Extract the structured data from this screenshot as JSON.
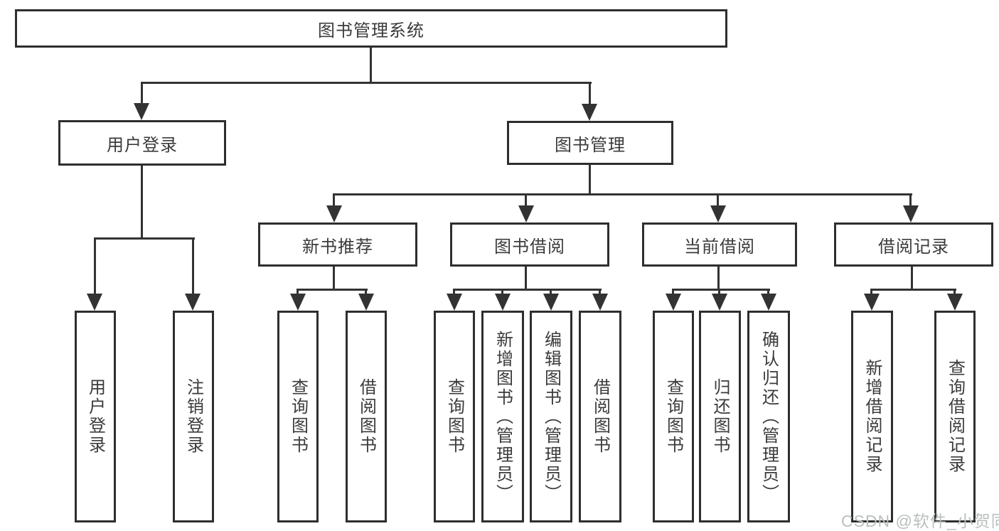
{
  "tree": {
    "label": "图书管理系统",
    "children": [
      {
        "label": "用户登录",
        "children": [
          {
            "label": "用户登录"
          },
          {
            "label": "注销登录"
          }
        ]
      },
      {
        "label": "图书管理",
        "children": [
          {
            "label": "新书推荐",
            "children": [
              {
                "label": "查询图书"
              },
              {
                "label": "借阅图书"
              }
            ]
          },
          {
            "label": "图书借阅",
            "children": [
              {
                "label": "查询图书"
              },
              {
                "label": "新增图书（管理员）"
              },
              {
                "label": "编辑图书（管理员）"
              },
              {
                "label": "借阅图书"
              }
            ]
          },
          {
            "label": "当前借阅",
            "children": [
              {
                "label": "查询图书"
              },
              {
                "label": "归还图书"
              },
              {
                "label": "确认归还（管理员）"
              }
            ]
          },
          {
            "label": "借阅记录",
            "children": [
              {
                "label": "新增借阅记录"
              },
              {
                "label": "查询借阅记录"
              }
            ]
          }
        ]
      }
    ]
  },
  "watermark": {
    "text": "CSDN @软件_小贺同学"
  },
  "colors": {
    "background": "#ffffff",
    "border": "#2e2e2e",
    "line": "#333333",
    "text": "#3b3b3b",
    "watermark": "#b9bfbf"
  }
}
